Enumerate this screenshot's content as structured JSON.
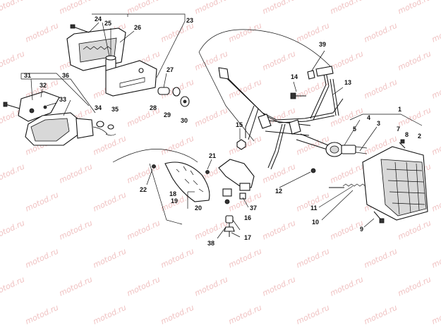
{
  "diagram": {
    "watermark_text": "motod.ru",
    "labels": [
      {
        "id": "1",
        "text": "1"
      },
      {
        "id": "2",
        "text": "2"
      },
      {
        "id": "3",
        "text": "3"
      },
      {
        "id": "4",
        "text": "4"
      },
      {
        "id": "5",
        "text": "5"
      },
      {
        "id": "7",
        "text": "7"
      },
      {
        "id": "8",
        "text": "8"
      },
      {
        "id": "9",
        "text": "9"
      },
      {
        "id": "10",
        "text": "10"
      },
      {
        "id": "11",
        "text": "11"
      },
      {
        "id": "12",
        "text": "12"
      },
      {
        "id": "13",
        "text": "13"
      },
      {
        "id": "14",
        "text": "14"
      },
      {
        "id": "15",
        "text": "15"
      },
      {
        "id": "16",
        "text": "16"
      },
      {
        "id": "17",
        "text": "17"
      },
      {
        "id": "18",
        "text": "18"
      },
      {
        "id": "19",
        "text": "19"
      },
      {
        "id": "20",
        "text": "20"
      },
      {
        "id": "21",
        "text": "21"
      },
      {
        "id": "22",
        "text": "22"
      },
      {
        "id": "23",
        "text": "23"
      },
      {
        "id": "24",
        "text": "24"
      },
      {
        "id": "25",
        "text": "25"
      },
      {
        "id": "26",
        "text": "26"
      },
      {
        "id": "27",
        "text": "27"
      },
      {
        "id": "28",
        "text": "28"
      },
      {
        "id": "29",
        "text": "29"
      },
      {
        "id": "30",
        "text": "30"
      },
      {
        "id": "31",
        "text": "31"
      },
      {
        "id": "32",
        "text": "32"
      },
      {
        "id": "33",
        "text": "33"
      },
      {
        "id": "34",
        "text": "34"
      },
      {
        "id": "35",
        "text": "35"
      },
      {
        "id": "36",
        "text": "36"
      },
      {
        "id": "37",
        "text": "37"
      },
      {
        "id": "38",
        "text": "38"
      },
      {
        "id": "39",
        "text": "39"
      }
    ]
  }
}
